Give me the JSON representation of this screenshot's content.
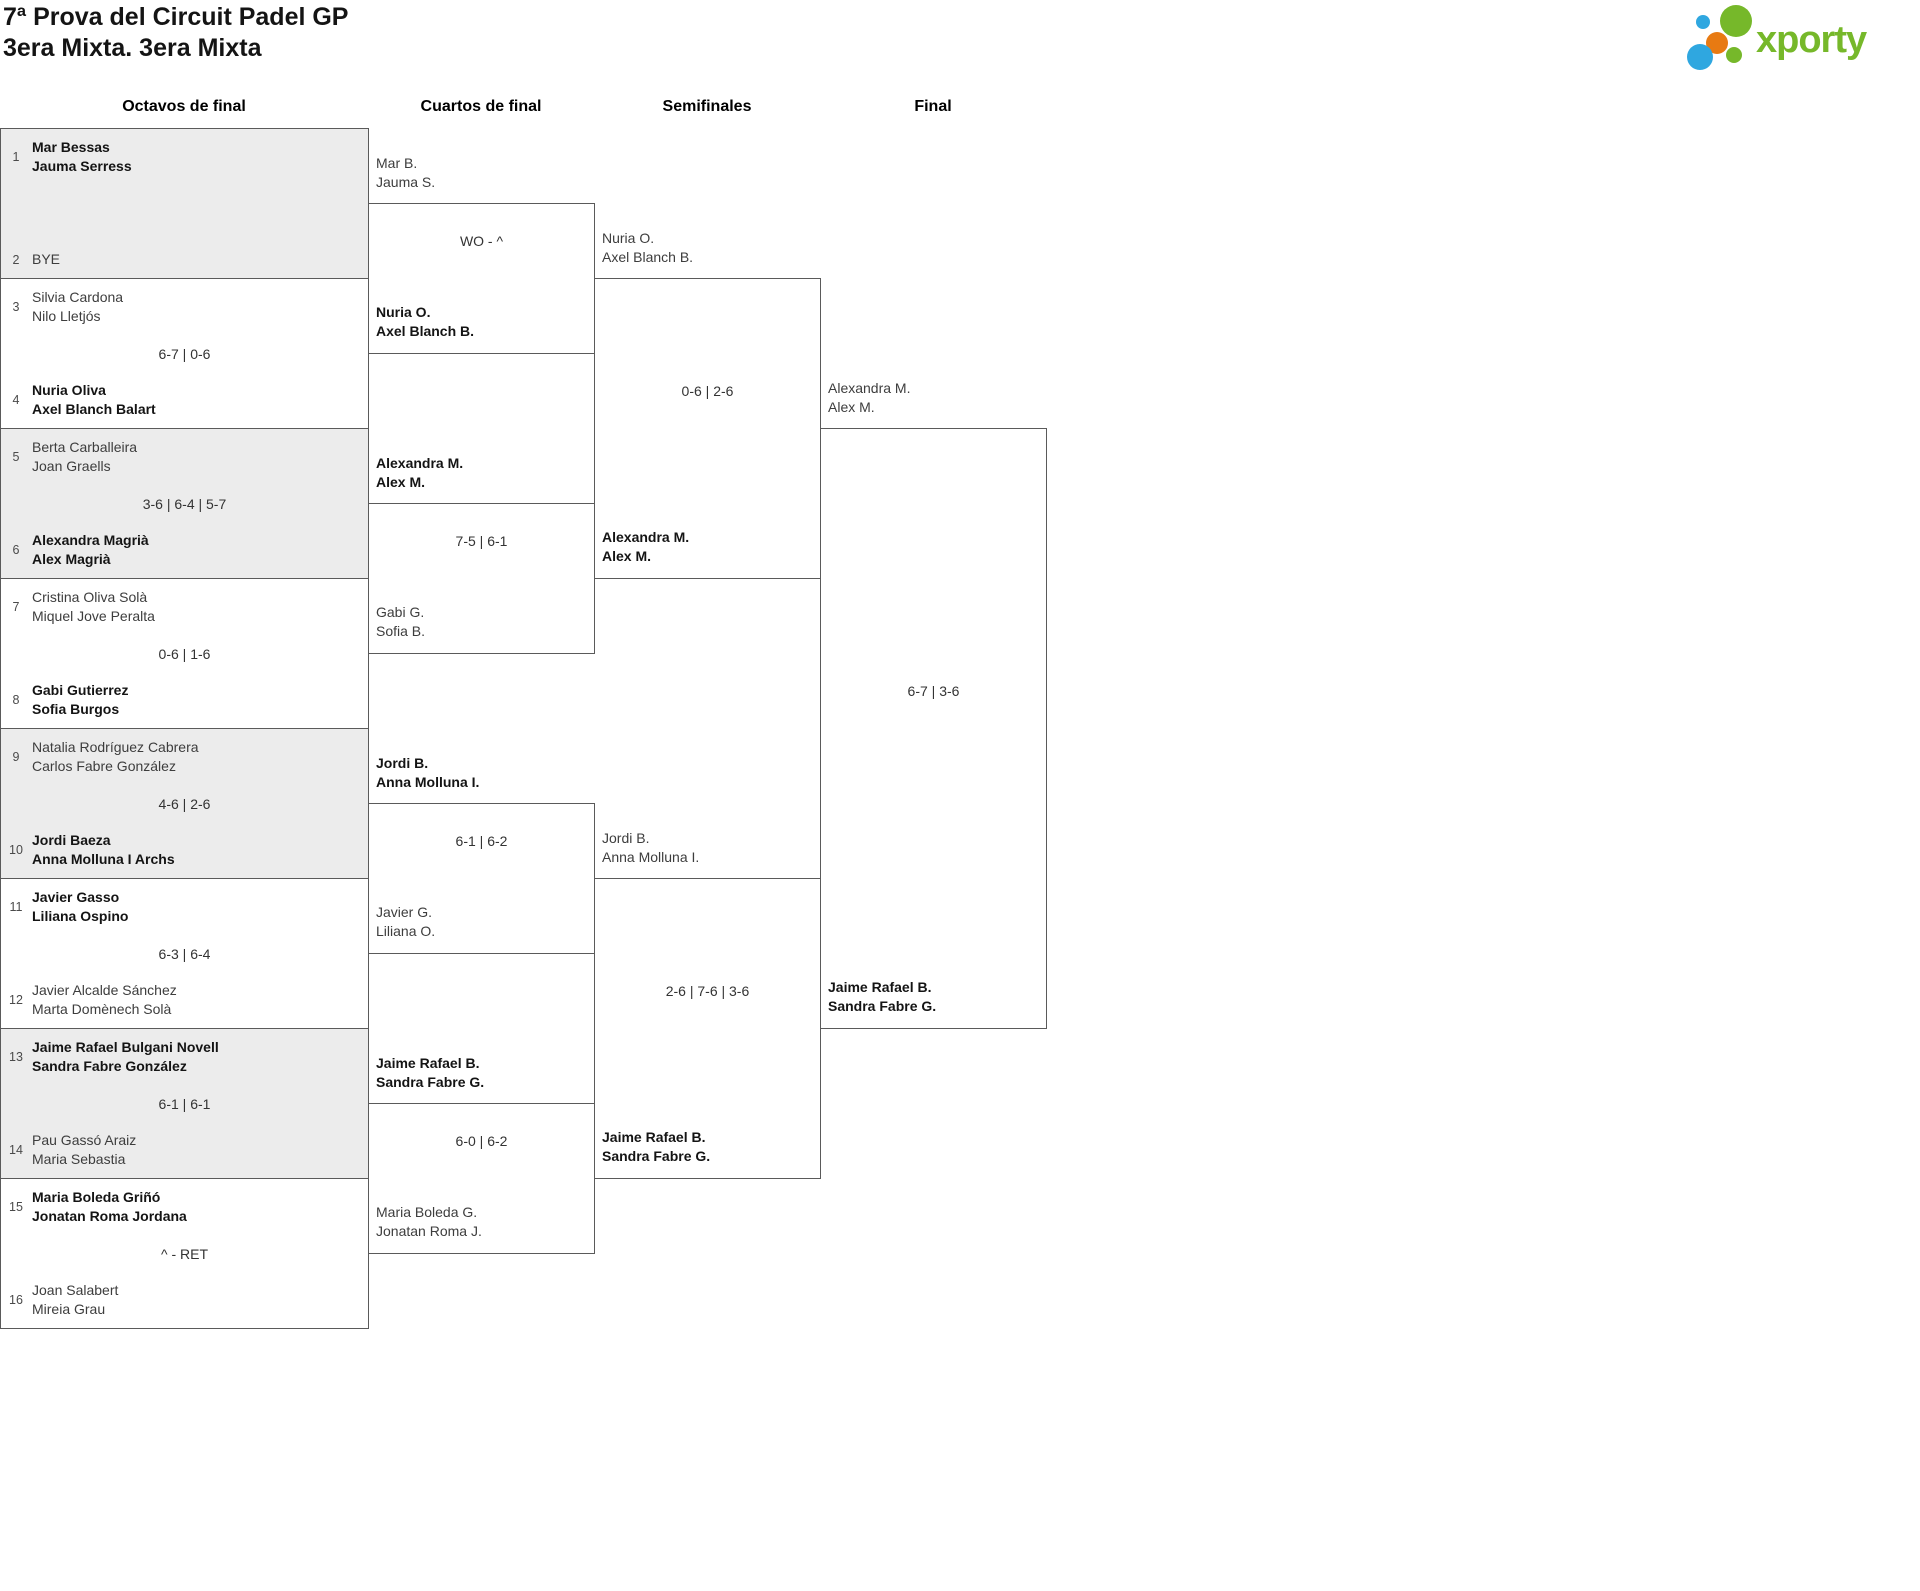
{
  "header": {
    "title": "7ª Prova del Circuit Padel GP",
    "subtitle": "3era Mixta. 3era Mixta"
  },
  "logo": {
    "text": "xporty",
    "green": "#76b82a",
    "orange": "#e87a12",
    "blue": "#2fa7e0"
  },
  "round_headers": [
    "Octavos de final",
    "Cuartos de final",
    "Semifinales",
    "Final"
  ],
  "bracket": {
    "octavos": [
      {
        "seed_top": "1",
        "top": [
          "Mar Bessas",
          "Jauma Serress"
        ],
        "top_winner": true,
        "seed_bottom": "2",
        "bottom": [
          "BYE"
        ],
        "bottom_winner": false,
        "score": ""
      },
      {
        "seed_top": "3",
        "top": [
          "Silvia Cardona",
          "Nilo Lletjós"
        ],
        "top_winner": false,
        "seed_bottom": "4",
        "bottom": [
          "Nuria Oliva",
          "Axel Blanch Balart"
        ],
        "bottom_winner": true,
        "score": "6-7 | 0-6"
      },
      {
        "seed_top": "5",
        "top": [
          "Berta Carballeira",
          "Joan Graells"
        ],
        "top_winner": false,
        "seed_bottom": "6",
        "bottom": [
          "Alexandra Magrià",
          "Alex Magrià"
        ],
        "bottom_winner": true,
        "score": "3-6 | 6-4 | 5-7"
      },
      {
        "seed_top": "7",
        "top": [
          "Cristina Oliva Solà",
          "Miquel Jove Peralta"
        ],
        "top_winner": false,
        "seed_bottom": "8",
        "bottom": [
          "Gabi Gutierrez",
          "Sofia Burgos"
        ],
        "bottom_winner": true,
        "score": "0-6 | 1-6"
      },
      {
        "seed_top": "9",
        "top": [
          "Natalia Rodríguez Cabrera",
          "Carlos Fabre González"
        ],
        "top_winner": false,
        "seed_bottom": "10",
        "bottom": [
          "Jordi Baeza",
          "Anna Molluna I Archs"
        ],
        "bottom_winner": true,
        "score": "4-6 | 2-6"
      },
      {
        "seed_top": "11",
        "top": [
          "Javier Gasso",
          "Liliana Ospino"
        ],
        "top_winner": true,
        "seed_bottom": "12",
        "bottom": [
          "Javier Alcalde Sánchez",
          "Marta Domènech Solà"
        ],
        "bottom_winner": false,
        "score": "6-3 | 6-4"
      },
      {
        "seed_top": "13",
        "top": [
          "Jaime Rafael Bulgani Novell",
          "Sandra Fabre González"
        ],
        "top_winner": true,
        "seed_bottom": "14",
        "bottom": [
          "Pau Gassó Araiz",
          "Maria Sebastia"
        ],
        "bottom_winner": false,
        "score": "6-1 | 6-1"
      },
      {
        "seed_top": "15",
        "top": [
          "Maria Boleda Griñó",
          "Jonatan Roma Jordana"
        ],
        "top_winner": true,
        "seed_bottom": "16",
        "bottom": [
          "Joan Salabert",
          "Mireia Grau"
        ],
        "bottom_winner": false,
        "score": "^ - RET"
      }
    ],
    "cuartos": [
      {
        "top": [
          "Mar B.",
          "Jauma S."
        ],
        "top_winner": false,
        "bottom": [
          "Nuria O.",
          "Axel Blanch B."
        ],
        "bottom_winner": true,
        "score": "WO - ^"
      },
      {
        "top": [
          "Alexandra M.",
          "Alex M."
        ],
        "top_winner": true,
        "bottom": [
          "Gabi G.",
          "Sofia B."
        ],
        "bottom_winner": false,
        "score": "7-5 | 6-1"
      },
      {
        "top": [
          "Jordi B.",
          "Anna Molluna I."
        ],
        "top_winner": true,
        "bottom": [
          "Javier G.",
          "Liliana O."
        ],
        "bottom_winner": false,
        "score": "6-1 | 6-2"
      },
      {
        "top": [
          "Jaime Rafael B.",
          "Sandra Fabre G."
        ],
        "top_winner": true,
        "bottom": [
          "Maria Boleda G.",
          "Jonatan Roma J."
        ],
        "bottom_winner": false,
        "score": "6-0 | 6-2"
      }
    ],
    "semifinales": [
      {
        "top": [
          "Nuria O.",
          "Axel Blanch B."
        ],
        "top_winner": false,
        "bottom": [
          "Alexandra M.",
          "Alex M."
        ],
        "bottom_winner": true,
        "score": "0-6 | 2-6"
      },
      {
        "top": [
          "Jordi B.",
          "Anna Molluna I."
        ],
        "top_winner": false,
        "bottom": [
          "Jaime Rafael B.",
          "Sandra Fabre G."
        ],
        "bottom_winner": true,
        "score": "2-6 | 7-6 | 3-6"
      }
    ],
    "final": [
      {
        "top": [
          "Alexandra M.",
          "Alex M."
        ],
        "top_winner": false,
        "bottom": [
          "Jaime Rafael B.",
          "Sandra Fabre G."
        ],
        "bottom_winner": true,
        "score": "6-7 | 3-6"
      }
    ]
  }
}
